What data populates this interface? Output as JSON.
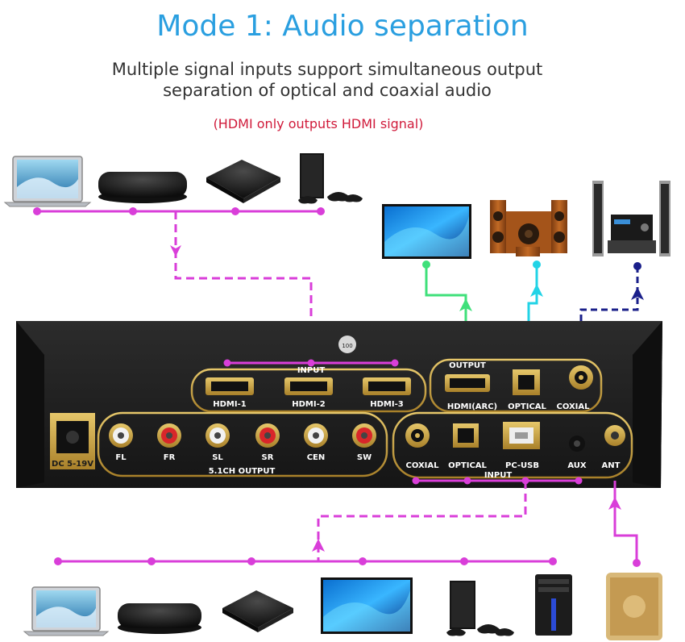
{
  "title": "Mode 1: Audio separation",
  "subtitle_line1": "Multiple signal inputs support simultaneous output",
  "subtitle_line2": "separation of optical and coaxial audio",
  "note": "(HDMI only outputs HDMI signal)",
  "device": {
    "input_group": "INPUT",
    "hdmi_inputs": [
      "HDMI-1",
      "HDMI-2",
      "HDMI-3"
    ],
    "output_group": "OUTPUT",
    "outputs": [
      "HDMI(ARC)",
      "OPTICAL",
      "COXIAL"
    ],
    "dc_label": "DC 5-19V",
    "analog_channels": [
      "FL",
      "FR",
      "SL",
      "SR",
      "CEN",
      "SW"
    ],
    "analog_group": "5.1CH OUTPUT",
    "audio_inputs": [
      "COXIAL",
      "OPTICAL",
      "PC-USB",
      "AUX",
      "ANT"
    ],
    "audio_input_group": "INPUT",
    "knob_label": "100"
  },
  "colors": {
    "title": "#2a9fe0",
    "note": "#d01a3a",
    "magenta_line": "#d93ed9",
    "green_line": "#3fe07a",
    "cyan_line": "#22d3e6",
    "navy_line": "#1a1f8a",
    "gold": "#c8a23c"
  },
  "icons": {
    "top_sources": [
      "laptop-icon",
      "tv-box-icon",
      "tv-box-icon",
      "game-console-icon"
    ],
    "outputs": [
      "tv-icon",
      "speaker-set-icon",
      "home-theater-icon"
    ],
    "bottom_sources": [
      "laptop-icon",
      "tv-box-icon",
      "tv-box-icon",
      "tv-icon",
      "game-console-icon",
      "pc-tower-icon",
      "smartphone-icon"
    ]
  }
}
